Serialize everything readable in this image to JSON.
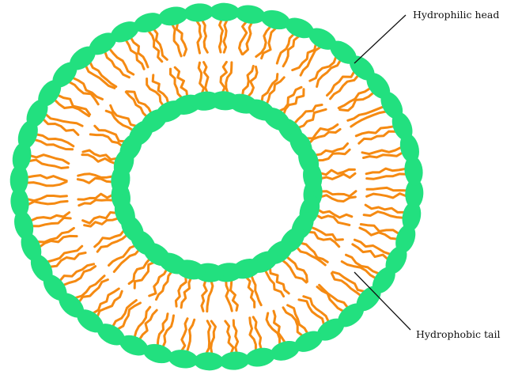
{
  "labels": {
    "head": "Hydrophilic head",
    "tail": "Hydrophobic tail"
  },
  "colors": {
    "head": "#22e07f",
    "tail": "#f58a12",
    "leader": "#111111",
    "background": "#ffffff"
  },
  "structure": {
    "outer_leaflet_heads": 48,
    "inner_leaflet_heads": 32,
    "tails_per_head": 2
  }
}
